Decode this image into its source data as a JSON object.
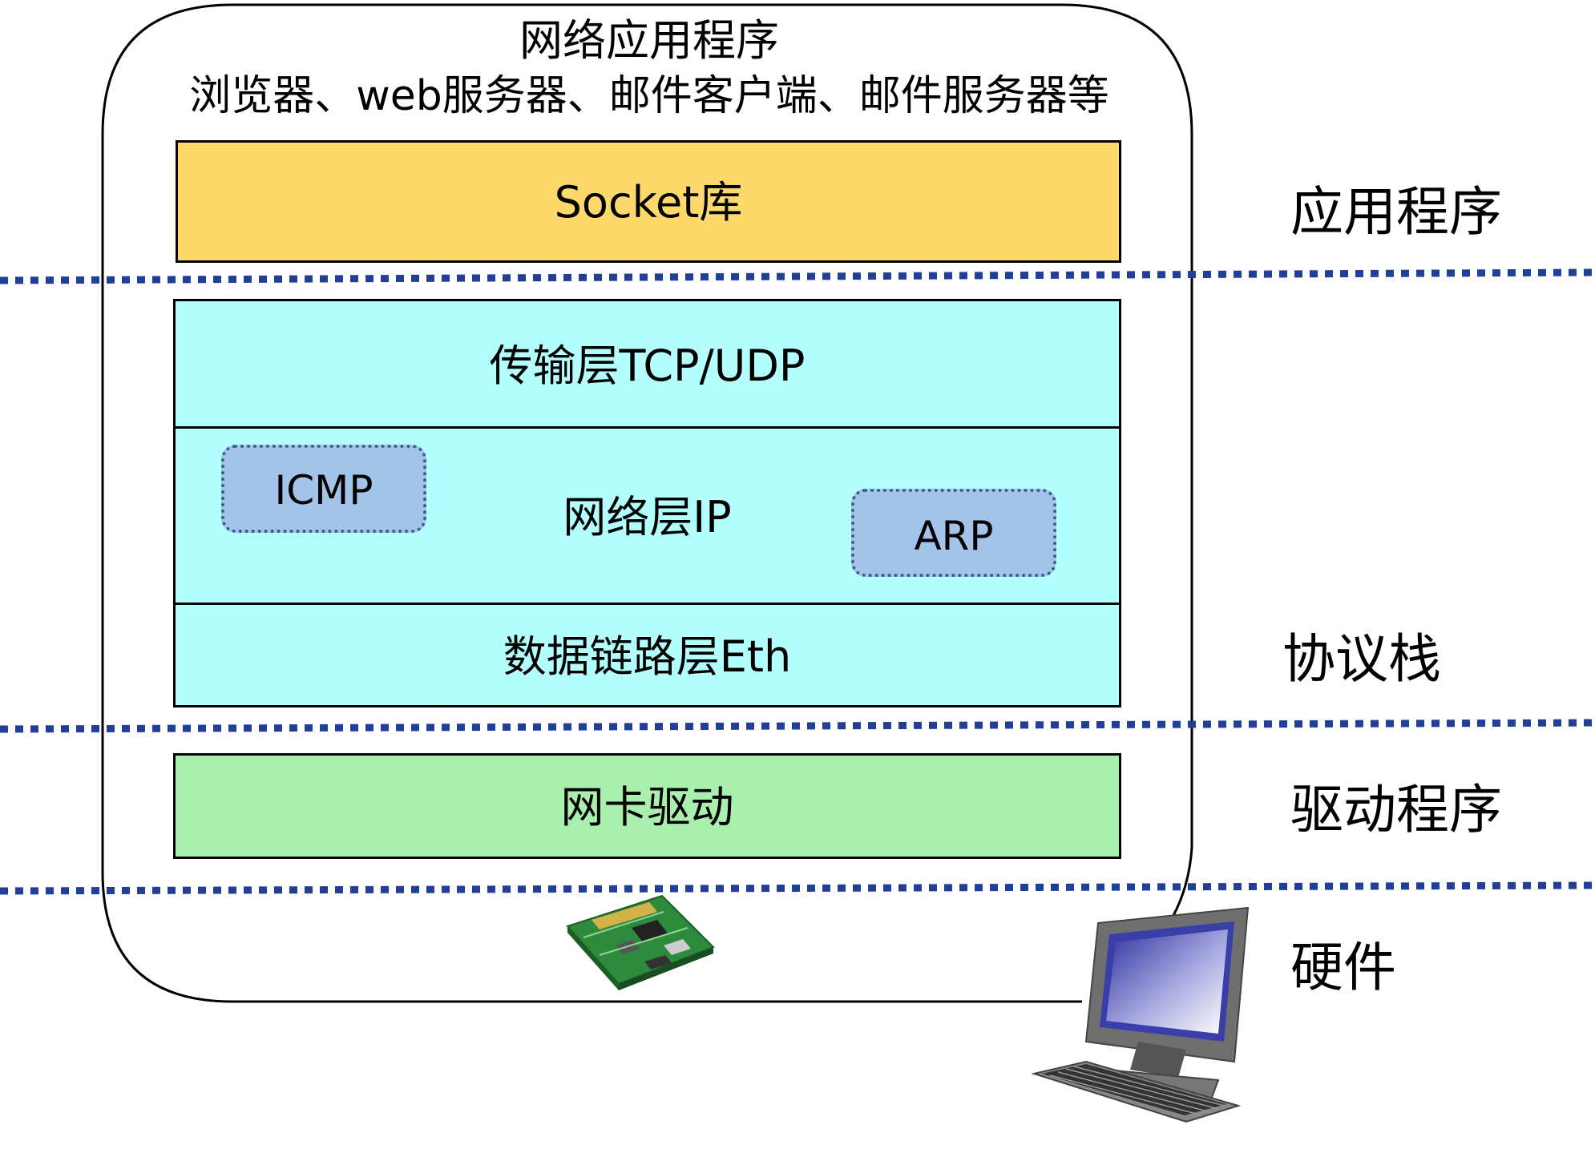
{
  "header": {
    "title": "网络应用程序",
    "subtitle": "浏览器、web服务器、邮件客户端、邮件服务器等"
  },
  "layers": {
    "socket": "Socket库",
    "transport": "传输层TCP/UDP",
    "network": "网络层IP",
    "icmp": "ICMP",
    "arp": "ARP",
    "datalink": "数据链路层Eth",
    "driver": "网卡驱动"
  },
  "side_labels": {
    "application": "应用程序",
    "protocol_stack": "协议栈",
    "driver": "驱动程序",
    "hardware": "硬件"
  },
  "icons": {
    "nic": "network-card-icon",
    "computer": "desktop-computer-icon"
  },
  "colors": {
    "socket": "#fdd86a",
    "protocol": "#b3fffd",
    "driver": "#a9efad",
    "inner": "#a3c3e9",
    "divider": "#1f3f99"
  }
}
